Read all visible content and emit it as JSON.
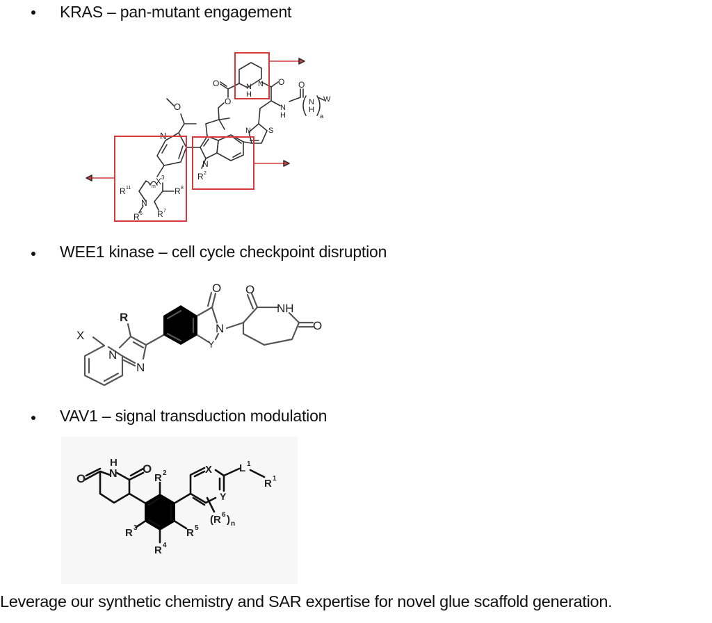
{
  "targets": [
    {
      "id": "kras",
      "label": "KRAS – pan-mutant engagement",
      "structure": {
        "atom_labels": {
          "methoxy_o": "O",
          "pyridine_n": "N",
          "x3": "X",
          "x3_sup": "3",
          "m": "m",
          "r11": "R",
          "r11_sup": "11",
          "r8": "R",
          "r8_sup": "8",
          "ring_n": "N",
          "r6": "R",
          "r6_sup": "6",
          "r7": "R",
          "r7_sup": "7",
          "indole_n": "N",
          "r2": "R",
          "r2_sup": "2",
          "ester_o1": "O",
          "ester_o2": "O",
          "hydrazine_nh": "N",
          "hydrazine_h": "H",
          "hydrazine_n": "N",
          "amide_o": "O",
          "urea_nh": "N",
          "urea_h": "H",
          "urea_o": "O",
          "nh_repeat_n": "N",
          "nh_repeat_h": "H",
          "a": "a",
          "w": "W",
          "thiazole_n": "N",
          "thiazole_s": "S"
        },
        "highlight_color": "#d83a3a",
        "highlight_regions": [
          "piperidine-linker-region",
          "indole-core-region",
          "hexahydropyridazine-region"
        ]
      }
    },
    {
      "id": "wee1",
      "label": "WEE1 kinase – cell cycle checkpoint disruption",
      "structure": {
        "atom_labels": {
          "x": "X",
          "r": "R",
          "imidazo_n1": "N",
          "imidazo_n2": "N",
          "lactam_o": "O",
          "lactam_n": "N",
          "y": "Y",
          "glut_o1": "O",
          "glut_nh": "NH",
          "glut_o2": "O"
        }
      }
    },
    {
      "id": "vav1",
      "label": "VAV1 – signal transduction modulation",
      "structure": {
        "atom_labels": {
          "glut_o1": "O",
          "glut_n": "N",
          "glut_h": "H",
          "glut_o2": "O",
          "r2": "R",
          "r2_sup": "2",
          "r3": "R",
          "r3_sup": "3",
          "r4": "R",
          "r4_sup": "4",
          "r5": "R",
          "r5_sup": "5",
          "x": "X",
          "y": "Y",
          "l1": "L",
          "l1_sup": "1",
          "r1": "R",
          "r1_sup": "1",
          "r6_open": "(R",
          "r6_sup": "6",
          "r6_close": ")",
          "r6_n": "n"
        }
      }
    }
  ],
  "footer": "Leverage our synthetic chemistry and SAR expertise for novel glue scaffold generation."
}
